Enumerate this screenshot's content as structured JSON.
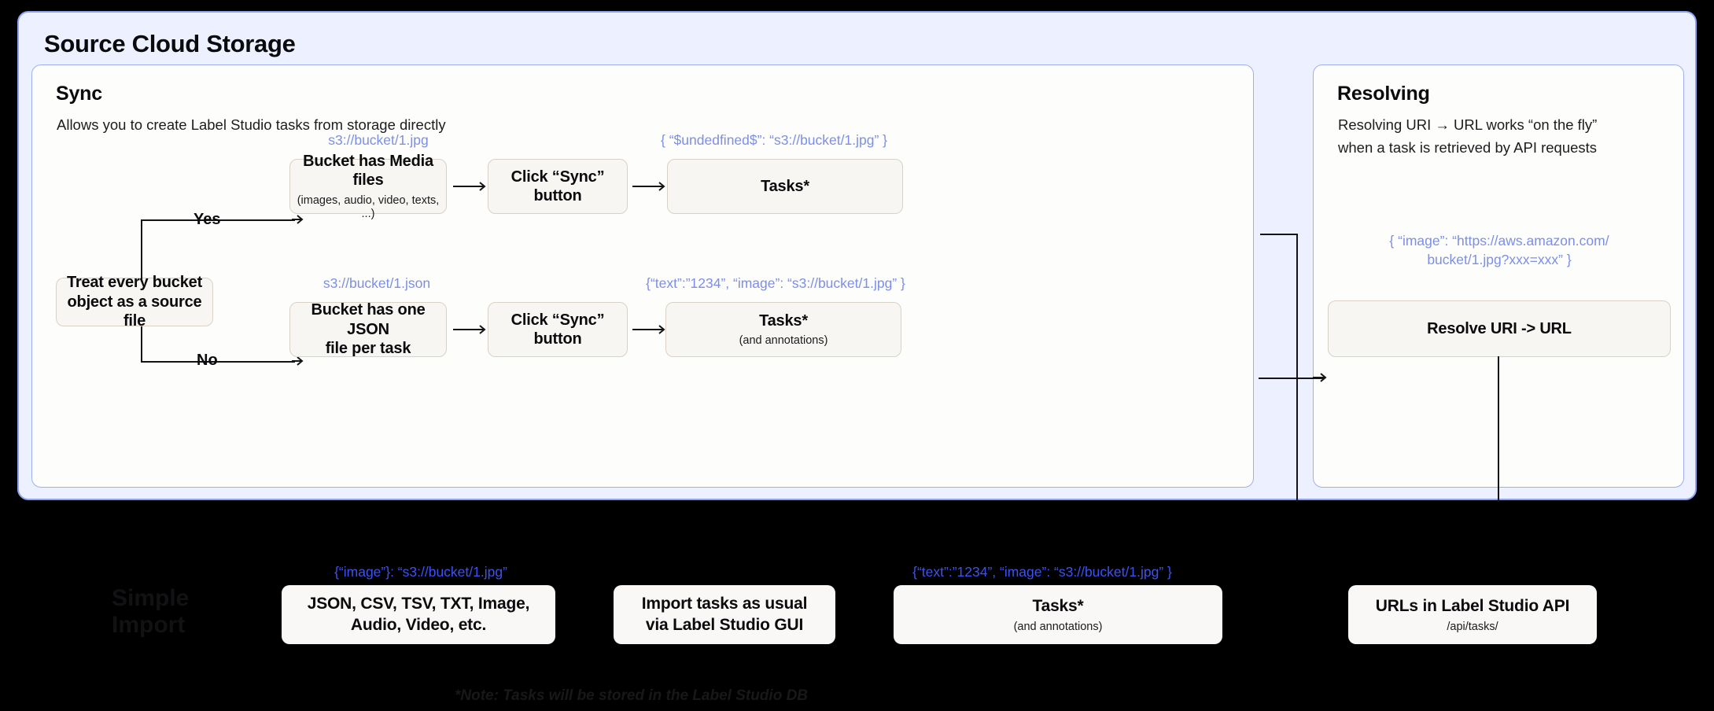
{
  "colors": {
    "outer_panel_bg": "#EDF0FE",
    "outer_panel_border": "#8CA3F5",
    "card_bg": "#FDFDFB",
    "card_border": "#9BB0F2",
    "node_bg": "#F7F6F3",
    "node_border": "#D8D2C6",
    "annotation_blue": "#7C8FE8",
    "annotation_blue_strong": "#3D52F0",
    "canvas_bg": "#000000",
    "text": "#0B0B0E"
  },
  "outer_panel": {
    "title": "Source Cloud Storage"
  },
  "sync_card": {
    "title": "Sync",
    "subtitle": "Allows you to create Label Studio tasks from storage directly",
    "decision": {
      "label": "Treat every bucket\nobject as a source file"
    },
    "edges": {
      "yes": "Yes",
      "no": "No"
    },
    "rows": [
      {
        "annotation": "s3://bucket/1.jpg",
        "step1_main": "Bucket has Media files",
        "step1_sub": "(images, audio, video, texts, ...)",
        "step2_main": "Click “Sync” button",
        "result_annotation": "{ “$undedfined$”: “s3://bucket/1.jpg” }",
        "result_main": "Tasks*",
        "result_sub": ""
      },
      {
        "annotation": "s3://bucket/1.json",
        "step1_main": "Bucket has one JSON\nfile per task",
        "step1_sub": "",
        "step2_main": "Click “Sync” button",
        "result_annotation": "{“text”:”1234”,  “image”: “s3://bucket/1.jpg” }",
        "result_main": "Tasks*",
        "result_sub": "(and annotations)"
      }
    ]
  },
  "resolve_card": {
    "title": "Resolving",
    "subtitle": "Resolving URI → URL works “on the fly”\nwhen a task is retrieved by API requests",
    "annotation": "{ “image”: “https://aws.amazon.com/\nbucket/1.jpg?xxx=xxx” }",
    "node_main": "Resolve URI -> URL"
  },
  "bottom_row": {
    "ghost_label": "Simple\nImport",
    "items": [
      {
        "annotation": "{“image”}: “s3://bucket/1.jpg”",
        "main": "JSON, CSV, TSV, TXT, Image,\nAudio, Video, etc.",
        "sub": ""
      },
      {
        "annotation": "",
        "main": "Import tasks as usual\nvia Label Studio GUI",
        "sub": ""
      },
      {
        "annotation": "{“text”:”1234”,  “image”: “s3://bucket/1.jpg” }",
        "main": "Tasks*",
        "sub": "(and annotations)"
      },
      {
        "annotation": "",
        "main": "URLs in Label Studio API",
        "sub": "/api/tasks/"
      }
    ],
    "note": "*Note: Tasks will be stored in the Label Studio DB"
  }
}
